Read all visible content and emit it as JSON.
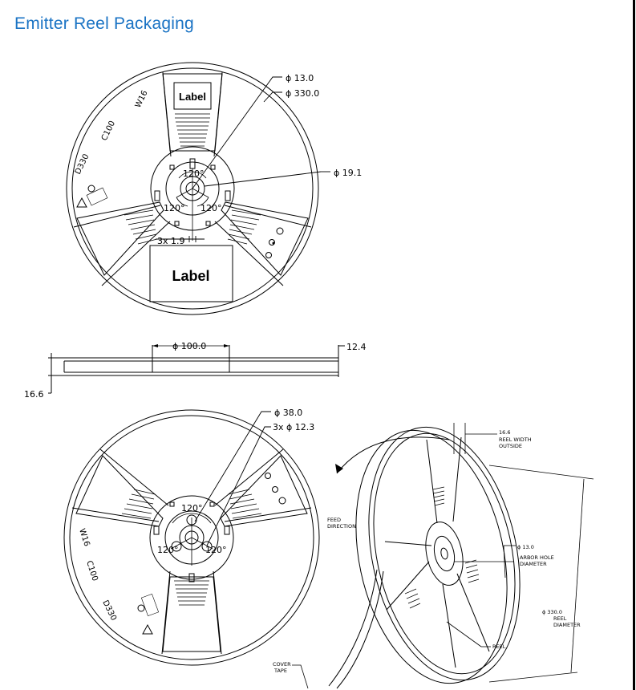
{
  "title": "Emitter Reel Packaging",
  "front_view": {
    "label_top": "Label",
    "label_bottom": "Label",
    "dim_hole": "ϕ 13.0",
    "dim_reel": "ϕ 330.0",
    "dim_hub": "ϕ 19.1",
    "dim_slots": "3x 1.9",
    "angle_top": "120°",
    "angle_left": "120°",
    "angle_right": "120°",
    "reel_codes": [
      "W16",
      "C100",
      "D330"
    ]
  },
  "side_view": {
    "dim_hub": "ϕ 100.0",
    "dim_width_inner": "12.4",
    "dim_width_outer": "16.6"
  },
  "back_view": {
    "dim_hub": "ϕ 38.0",
    "dim_holes": "3x  ϕ 12.3",
    "angle_top": "120°",
    "angle_left": "120°",
    "angle_right": "120°",
    "reel_codes": [
      "W16",
      "C100",
      "D330"
    ]
  },
  "iso_view": {
    "width_value": "16.6",
    "width_line1": "REEL WIDTH",
    "width_line2": "OUTSIDE",
    "feed_line1": "FEED",
    "feed_line2": "DIRECTION",
    "arbor_value": "ϕ 13.0",
    "arbor_line1": "ARBOR HOLE",
    "arbor_line2": "DIAMETER",
    "diam_value": "ϕ 330.0",
    "diam_line1": "REEL",
    "diam_line2": "DIAMETER",
    "reel_label": "REEL",
    "cover_line1": "COVER",
    "cover_line2": "TAPE"
  }
}
